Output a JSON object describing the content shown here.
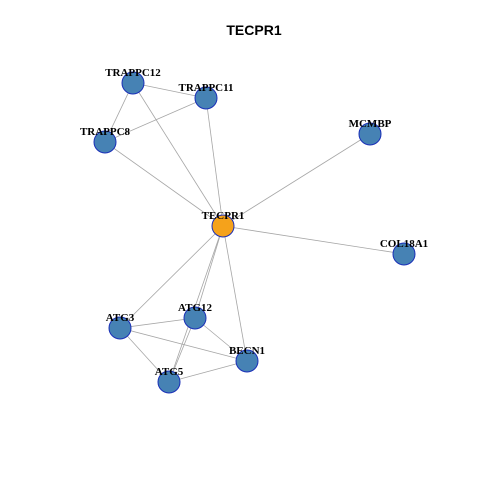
{
  "title": "TECPR1",
  "colors": {
    "hub": "#f5a21b",
    "node": "#4682b4",
    "border": "#1a2fb8",
    "edge": "#a6a6a6"
  },
  "nodes": [
    {
      "id": "TRAPPC12",
      "label": "TRAPPC12",
      "hub": false
    },
    {
      "id": "TRAPPC11",
      "label": "TRAPPC11",
      "hub": false
    },
    {
      "id": "TRAPPC8",
      "label": "TRAPPC8",
      "hub": false
    },
    {
      "id": "MCMBP",
      "label": "MCMBP",
      "hub": false
    },
    {
      "id": "TECPR1",
      "label": "TECPR1",
      "hub": true
    },
    {
      "id": "COL18A1",
      "label": "COL18A1",
      "hub": false
    },
    {
      "id": "ATG12",
      "label": "ATG12",
      "hub": false
    },
    {
      "id": "ATG3",
      "label": "ATG3",
      "hub": false
    },
    {
      "id": "BECN1",
      "label": "BECN1",
      "hub": false
    },
    {
      "id": "ATG5",
      "label": "ATG5",
      "hub": false
    }
  ],
  "edges": [
    [
      "TRAPPC12",
      "TRAPPC11"
    ],
    [
      "TRAPPC12",
      "TRAPPC8"
    ],
    [
      "TRAPPC12",
      "TECPR1"
    ],
    [
      "TRAPPC11",
      "TRAPPC8"
    ],
    [
      "TRAPPC11",
      "TECPR1"
    ],
    [
      "TRAPPC8",
      "TECPR1"
    ],
    [
      "MCMBP",
      "TECPR1"
    ],
    [
      "TECPR1",
      "COL18A1"
    ],
    [
      "TECPR1",
      "ATG3"
    ],
    [
      "TECPR1",
      "ATG12"
    ],
    [
      "TECPR1",
      "ATG5"
    ],
    [
      "TECPR1",
      "BECN1"
    ],
    [
      "ATG3",
      "ATG12"
    ],
    [
      "ATG3",
      "ATG5"
    ],
    [
      "ATG3",
      "BECN1"
    ],
    [
      "ATG12",
      "ATG5"
    ],
    [
      "ATG12",
      "BECN1"
    ],
    [
      "ATG5",
      "BECN1"
    ]
  ]
}
